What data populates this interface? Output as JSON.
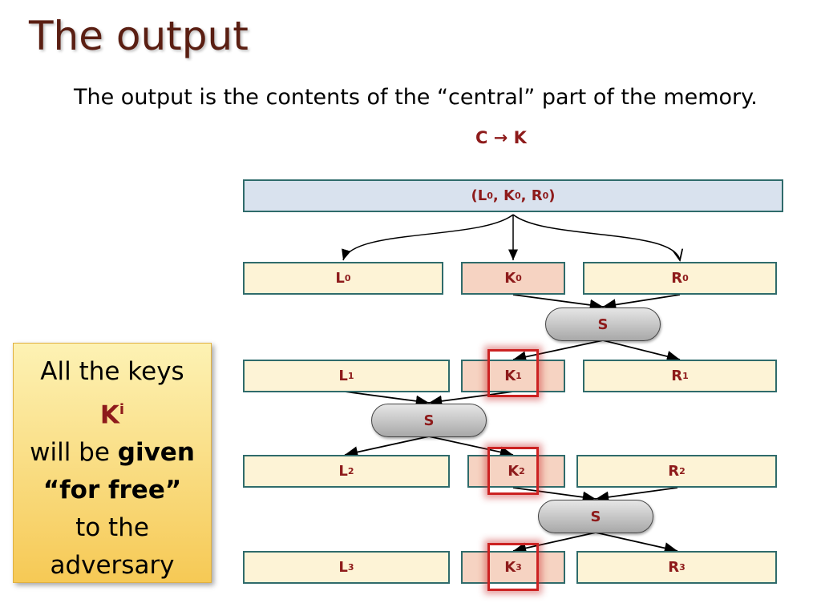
{
  "slide": {
    "title": "The output",
    "subtitle": "The output is the contents of the “central” part of the memory.",
    "ck_label": "C → K"
  },
  "diagram": {
    "top": {
      "label": "(L",
      "k": "K",
      "r": "R",
      "sup": "0"
    },
    "rows": [
      {
        "left": "L",
        "center": "K",
        "right": "R",
        "sup": "0"
      },
      {
        "left": "L",
        "center": "K",
        "right": "R",
        "sup": "1"
      },
      {
        "left": "L",
        "center": "K",
        "right": "R",
        "sup": "2"
      },
      {
        "left": "L",
        "center": "K",
        "right": "R",
        "sup": "3"
      }
    ],
    "s_label": "S"
  },
  "note": {
    "line1": "All the keys",
    "key": "K",
    "key_sup": "i",
    "line3a": "will be ",
    "line3b": "given",
    "line4": "“for free”",
    "line5": "to the",
    "line6": "adversary"
  },
  "colors": {
    "title": "#5a1e12",
    "accent": "#8e1b1b",
    "border": "#2f6b6b",
    "highlight": "#cc2222"
  }
}
